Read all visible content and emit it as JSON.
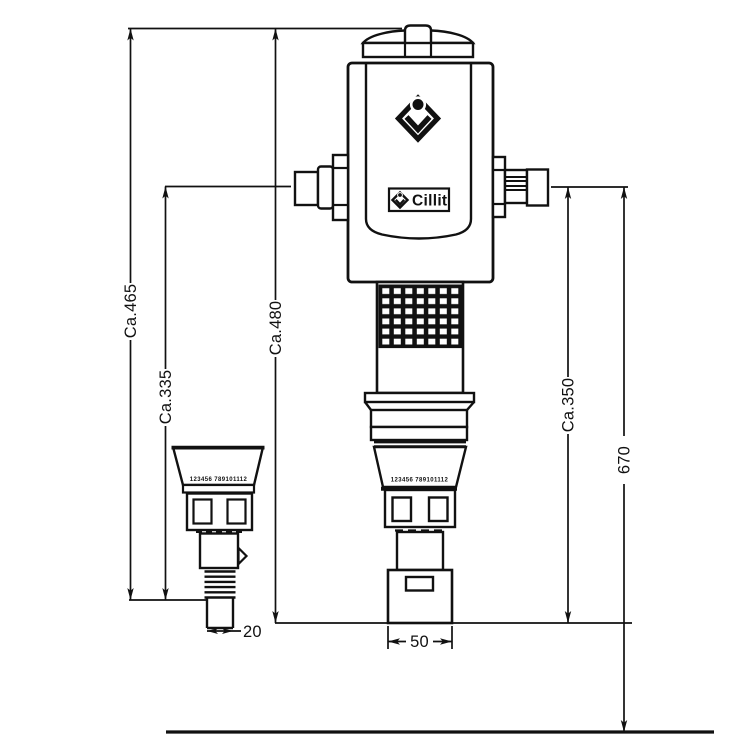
{
  "brand": "Cillit",
  "dimensions": {
    "ca465": "Ca.465",
    "ca335": "Ca.335",
    "ca480": "Ca.480",
    "ca350": "Ca.350",
    "d670": "670",
    "d50": "50",
    "d20": "20"
  },
  "scale_numbers": "123456  789101112",
  "colors": {
    "line": "#111111",
    "background": "#ffffff"
  }
}
